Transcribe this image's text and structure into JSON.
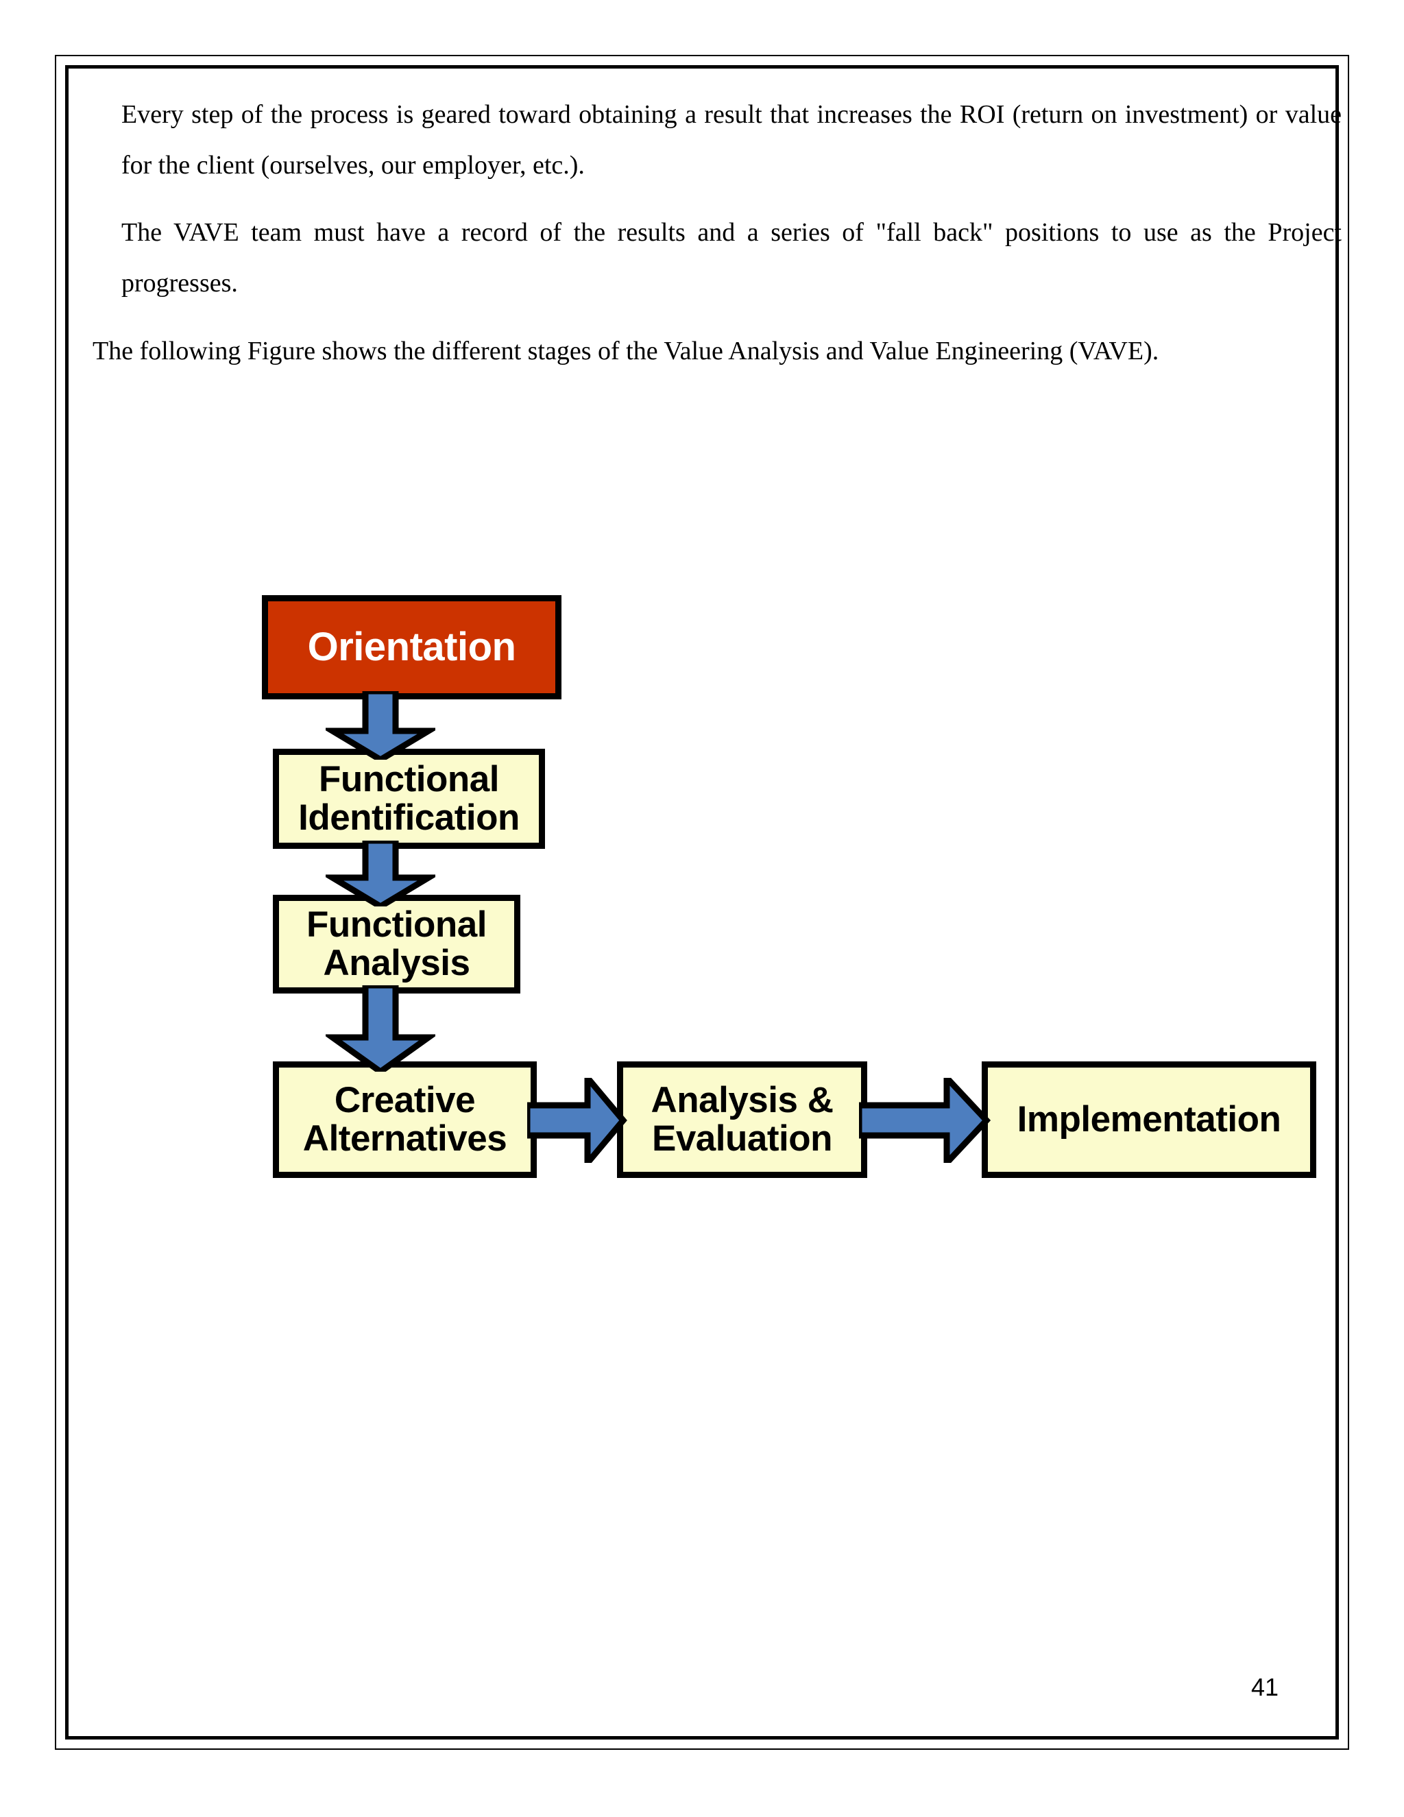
{
  "document": {
    "page_number": "41",
    "paragraphs": [
      "Every step of the process is geared toward obtaining a result that increases the ROI (return on investment) or value for the client (ourselves, our employer, etc.).",
      "The VAVE team must have a record of the results and a series of \"fall back\" positions to use as the Project progresses.",
      "The following Figure shows the different stages of the Value Analysis and Value Engineering (VAVE)."
    ]
  },
  "colors": {
    "orientation_fill": "#CC3300",
    "orientation_text": "#FFFFFF",
    "node_fill": "#FBFBCD",
    "node_text": "#000000",
    "node_border": "#000000",
    "arrow_fill": "#4D7EBF",
    "arrow_outline": "#000000",
    "page_background": "#FFFFFF"
  },
  "flowchart": {
    "title": "Value Analysis and Value Engineering (VAVE) stages",
    "nodes": [
      {
        "id": "orientation",
        "label": "Orientation",
        "style": "red"
      },
      {
        "id": "functional-identification",
        "label": "Functional Identification",
        "style": "yellow"
      },
      {
        "id": "functional-analysis",
        "label": "Functional Analysis",
        "style": "yellow"
      },
      {
        "id": "creative-alternatives",
        "label": "Creative Alternatives",
        "style": "yellow"
      },
      {
        "id": "analysis-evaluation",
        "label": "Analysis & Evaluation",
        "style": "yellow"
      },
      {
        "id": "implementation",
        "label": "Implementation",
        "style": "yellow"
      }
    ],
    "edges": [
      {
        "from": "orientation",
        "to": "functional-identification",
        "direction": "down"
      },
      {
        "from": "functional-identification",
        "to": "functional-analysis",
        "direction": "down"
      },
      {
        "from": "functional-analysis",
        "to": "creative-alternatives",
        "direction": "down"
      },
      {
        "from": "creative-alternatives",
        "to": "analysis-evaluation",
        "direction": "right"
      },
      {
        "from": "analysis-evaluation",
        "to": "implementation",
        "direction": "right"
      }
    ]
  }
}
